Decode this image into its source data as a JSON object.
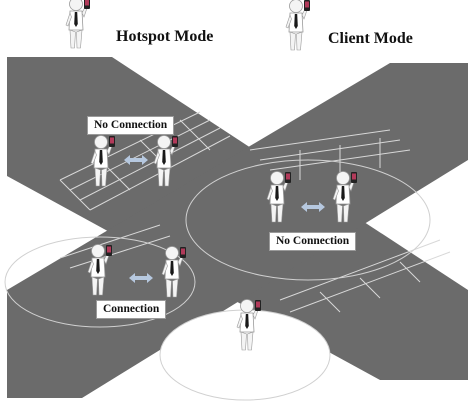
{
  "legend": {
    "hotspot_label": "Hotspot Mode",
    "client_label": "Client  Mode"
  },
  "labels": {
    "top_left": "No Connection",
    "right": "No Connection",
    "bottom_left": "Connection"
  },
  "colors": {
    "road": "#6b6b6b",
    "road_line": "#d8d8d8",
    "range_circle": "#d0d0d0",
    "person": "#f4f4f4",
    "shirt": "#ffffff",
    "tie": "#1a1a1a",
    "phone": "#222222",
    "phone_screen": "#b23a5a",
    "arrow": "#b6c8df"
  },
  "people": [
    {
      "role": "hotspot",
      "icon": "person-with-phone-icon"
    },
    {
      "role": "client",
      "icon": "person-with-phone-icon"
    }
  ]
}
